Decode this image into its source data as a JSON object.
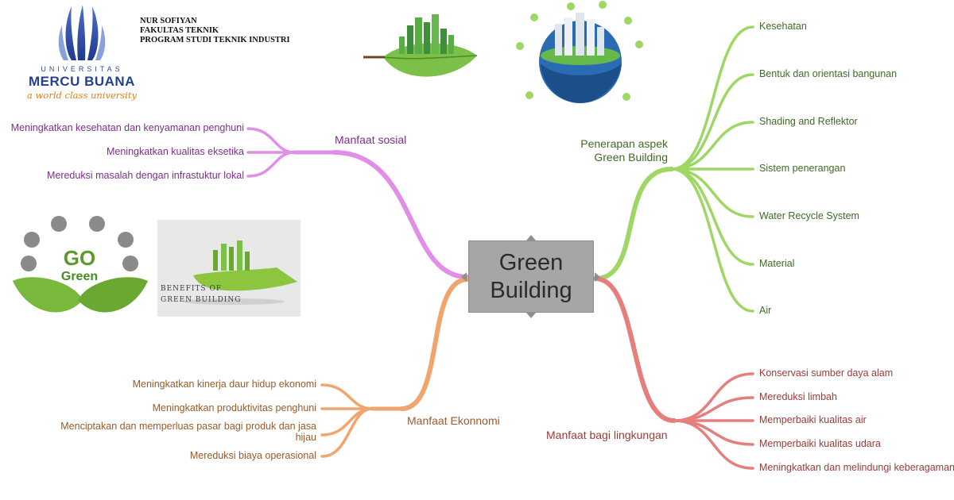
{
  "logo": {
    "line1": "UNIVERSITAS",
    "line2": "MERCU BUANA",
    "tagline": "a world class university"
  },
  "author": {
    "name": "NUR SOFIYAN",
    "faculty": "FAKULTAS TEKNIK",
    "program": "PROGRAM STUDI TEKNIK INDUSTRI"
  },
  "center": {
    "line1": "Green",
    "line2": "Building"
  },
  "colors": {
    "social": "#e08ee6",
    "social_text": "#7d2e8c",
    "green": "#9ed766",
    "green_text": "#3f6b25",
    "env": "#e57f7c",
    "env_text": "#9c3a37",
    "econ": "#f0a56c",
    "econ_text": "#9a5a2a"
  },
  "branches": {
    "social": {
      "label": "Manfaat sosial",
      "items": [
        "Meningkatkan kesehatan dan kenyamanan penghuni",
        "Meningkatkan kualitas eksetika",
        "Mereduksi masalah dengan infrastuktur lokal"
      ]
    },
    "green": {
      "label_line1": "Penerapan aspek",
      "label_line2": "Green Building",
      "items": [
        "Kesehatan",
        "Bentuk dan orientasi bangunan",
        "Shading and Reflektor",
        "Sistem penerangan",
        "Water Recycle System",
        "Material",
        "Air"
      ]
    },
    "env": {
      "label": "Manfaat bagi lingkungan",
      "items": [
        "Konservasi sumber daya alam",
        "Mereduksi limbah",
        "Memperbaiki kualitas air",
        "Memperbaiki kualitas udara",
        "Meningkatkan dan melindungi keberagaman e"
      ]
    },
    "econ": {
      "label": "Manfaat Ekonnomi",
      "items": [
        "Meningkatkan kinerja daur hidup ekonomi",
        "Meningkatkan produktivitas penghuni",
        "Menciptakan dan memperluas pasar bagi produk dan jasa",
        "hijau",
        "Mereduksi biaya operasional"
      ]
    }
  },
  "images": {
    "gogreen_word1": "GO",
    "gogreen_word2": "Green",
    "benefits_line1": "BENEFITS OF",
    "benefits_line2": "GREEN BUILDING"
  }
}
